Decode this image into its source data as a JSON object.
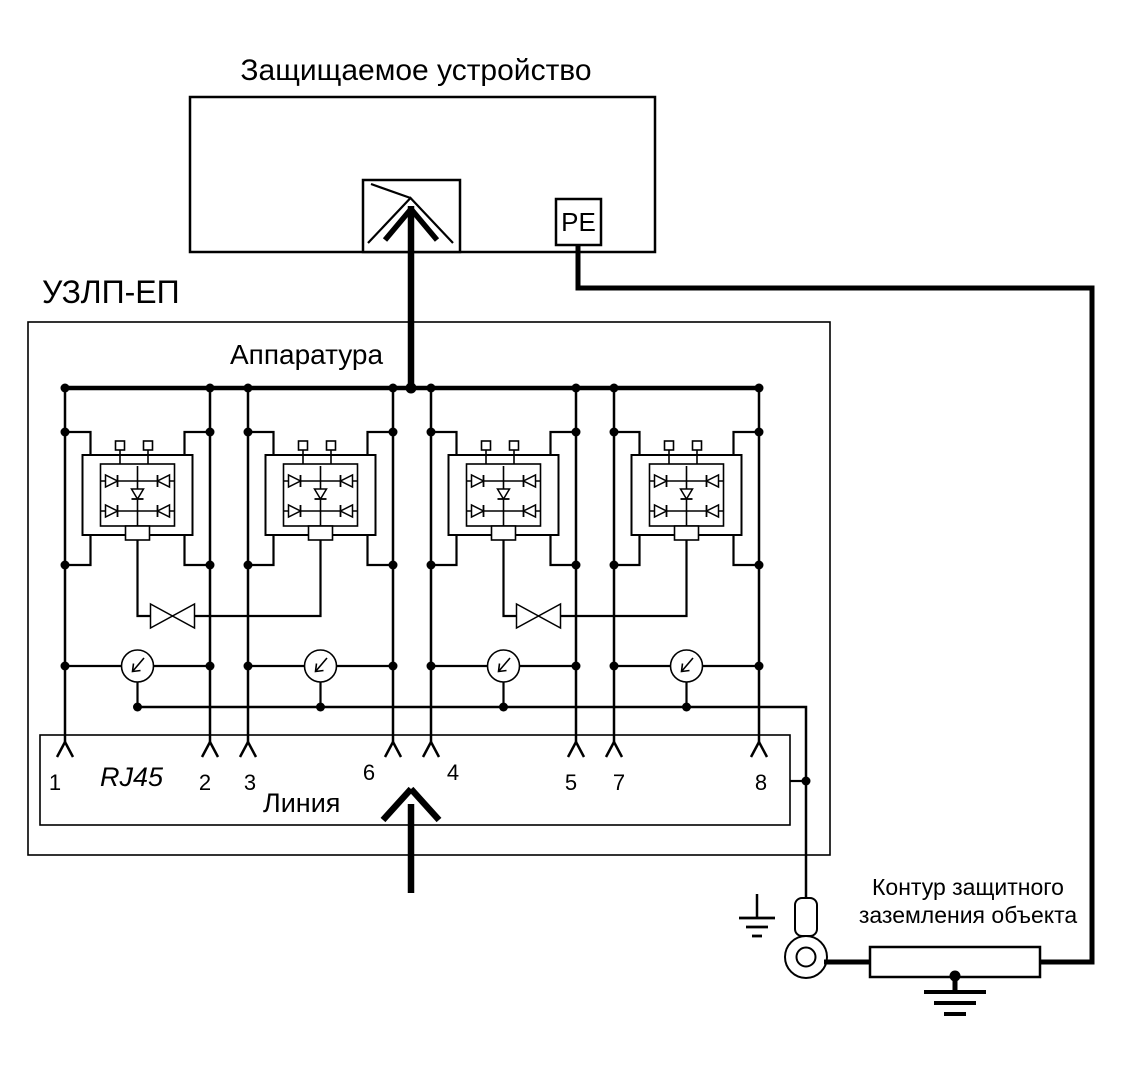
{
  "diagram": {
    "title": "Защищаемое устройство",
    "device_name": "УЗЛП-ЕП",
    "equipment_label": "Аппаратура",
    "pe_label": "PE",
    "rj45_label": "RJ45",
    "line_label": "Линия",
    "ground_label_line1": "Контур защитного",
    "ground_label_line2": "заземления объекта",
    "pins": [
      "1",
      "2",
      "3",
      "6",
      "4",
      "5",
      "7",
      "8"
    ],
    "colors": {
      "device_fill": "#d2d2d2",
      "stroke": "#000000",
      "background": "#ffffff"
    }
  }
}
